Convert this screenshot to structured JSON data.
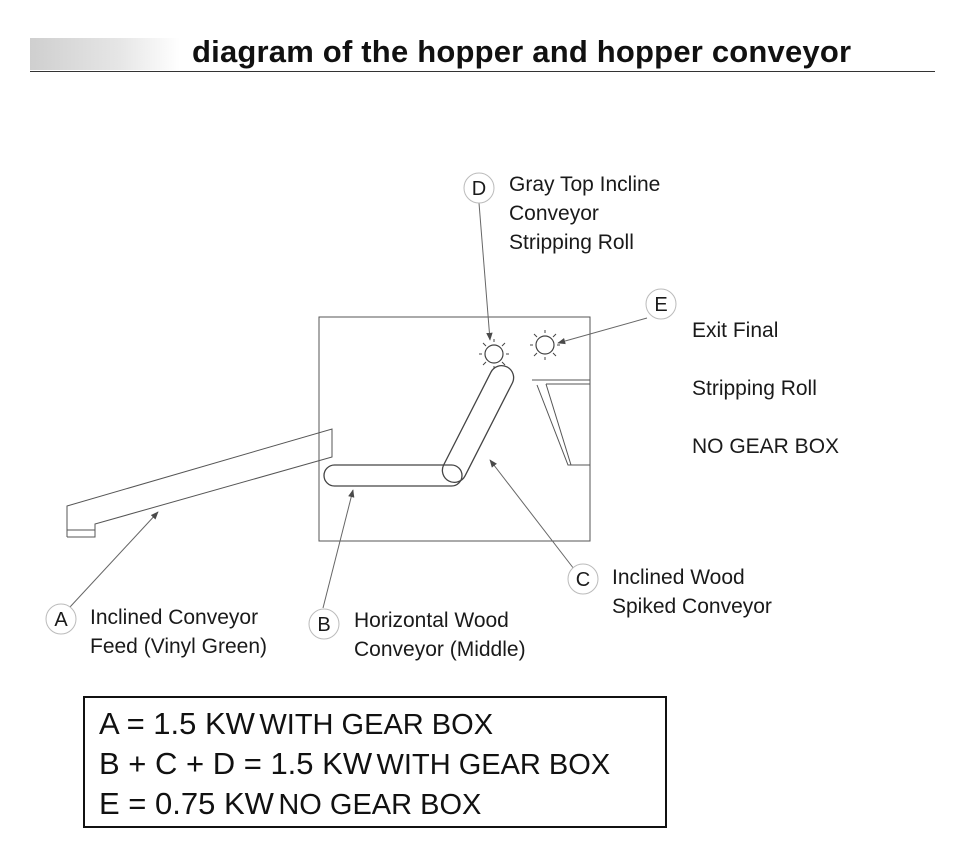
{
  "title": "diagram of the hopper and hopper conveyor",
  "markers": {
    "a": "A",
    "b": "B",
    "c": "C",
    "d": "D",
    "e": "E"
  },
  "labels": {
    "a": "Inclined Conveyor\nFeed (Vinyl Green)",
    "b": "Horizontal Wood\nConveyor (Middle)",
    "c": "Inclined Wood\nSpiked Conveyor",
    "d": "Gray Top Incline\nConveyor\nStripping Roll",
    "e_line1": "Exit Final",
    "e_line2": "Stripping Roll",
    "e_line3": "NO GEAR BOX"
  },
  "legend": {
    "row1_power": "A = 1.5 KW",
    "row1_note": "WITH GEAR BOX",
    "row2_power": "B + C + D = 1.5 KW",
    "row2_note": "WITH GEAR BOX",
    "row3_power": "E = 0.75 KW",
    "row3_note": "NO GEAR BOX"
  },
  "colors": {
    "line": "#4a4a4a",
    "text": "#1a1a1a"
  }
}
